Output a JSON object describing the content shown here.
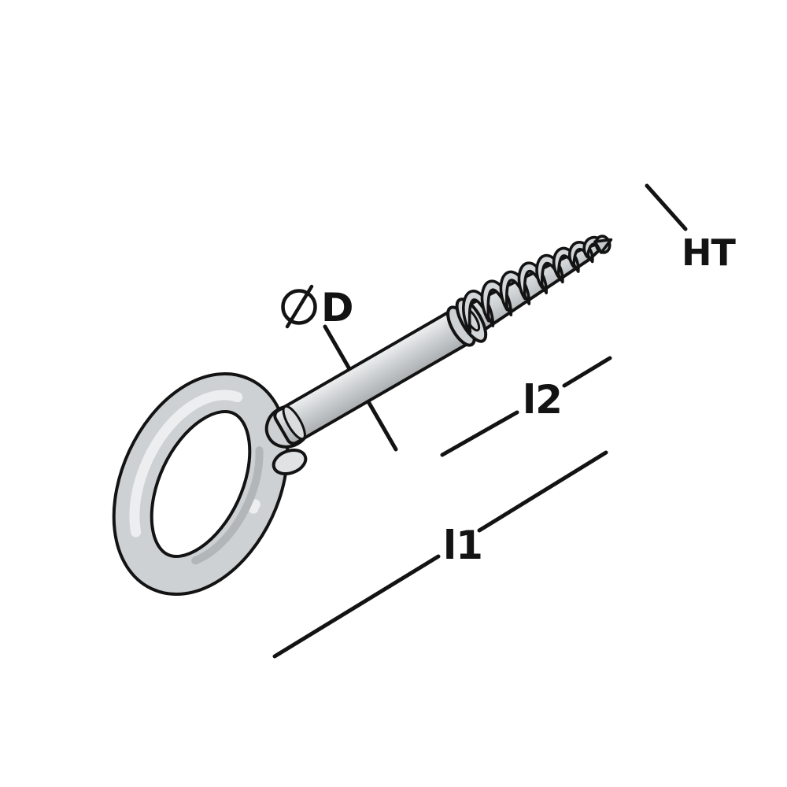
{
  "diagram": {
    "type": "technical-illustration",
    "subject": "screw eye (eye bolt with wood-screw thread), isometric line drawing with dimension callouts",
    "background_color": "#ffffff",
    "labels": {
      "head_thread": "HT",
      "diameter_symbol": "∅",
      "diameter": "D",
      "thread_length": "l2",
      "overall_length": "l1"
    },
    "callouts": [
      {
        "label": "HT",
        "meaning": "thread callout, leader line pointing at screw tip"
      },
      {
        "label": "∅ D",
        "meaning": "shank diameter, leader line crossing the shank"
      },
      {
        "label": "l2",
        "meaning": "threaded length, dimension line parallel to screw axis"
      },
      {
        "label": "l1",
        "meaning": "overall length, dimension line parallel to screw axis"
      }
    ],
    "colors": {
      "outline": "#131313",
      "line": "#131313",
      "metal_base": "#ced1d3",
      "metal_highlight": "#eceeef",
      "metal_shadow": "#a9adaf",
      "crescent_fill": "#d4d7d9",
      "cut_face": "#e0e2e3"
    }
  }
}
